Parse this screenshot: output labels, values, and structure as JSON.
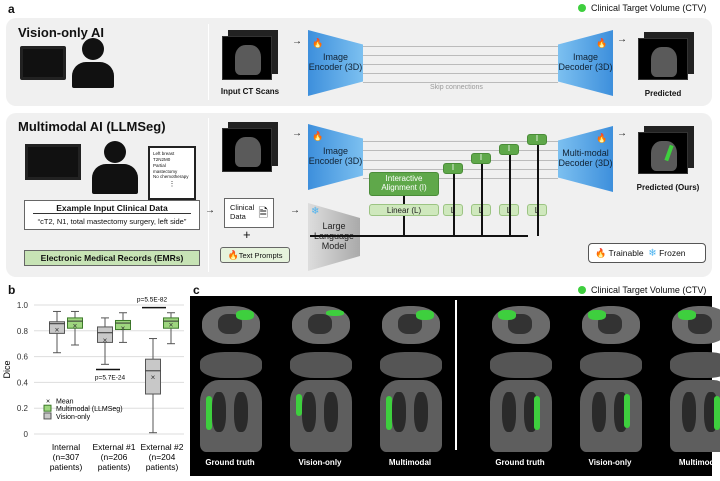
{
  "panel_labels": {
    "a": "a",
    "b": "b",
    "c": "c"
  },
  "legend": {
    "ctv": "Clinical Target Volume (CTV)",
    "ctv_color": "#3ecf3e",
    "trainable": "Trainable",
    "frozen": "Frozen"
  },
  "vision_only": {
    "title": "Vision-only AI",
    "input": "Input CT Scans",
    "encoder": "Image Encoder (3D)",
    "decoder": "Image Decoder (3D)",
    "skip": "Skip connections",
    "output": "Predicted"
  },
  "multimodal": {
    "title": "Multimodal AI (LLMSeg)",
    "doc_lines": [
      "Left breast",
      "T2N2M0",
      "Partial mastectomy",
      "No chemotherapy",
      "⋮"
    ],
    "example_title": "Example Input Clinical Data",
    "example_text": "“cT2, N1, total mastectomy surgery, left side”",
    "emr": "Electronic Medical Records (EMRs)",
    "clinical_data": "Clinical Data",
    "plus": "+",
    "text_prompts": "Text Prompts",
    "llm": "Large Language Model",
    "encoder": "Image Encoder (3D)",
    "alignment": "Interactive Alignment (I)",
    "linear": "Linear (L)",
    "i": "I",
    "l": "L",
    "decoder": "Multi-modal Decoder (3D)",
    "output": "Predicted (Ours)"
  },
  "chart_data": {
    "type": "box",
    "ylabel": "Dice",
    "ylim": [
      0,
      1.0
    ],
    "yticks": [
      "0",
      "0.2",
      "0.4",
      "0.6",
      "0.8",
      "1.0"
    ],
    "grid": true,
    "categories": [
      "Internal\n(n=307\npatients)",
      "External #1\n(n=206\npatients)",
      "External #2\n(n=204\npatients)"
    ],
    "category_lines": [
      [
        "Internal",
        "(n=307",
        "patients)"
      ],
      [
        "External #1",
        "(n=206",
        "patients)"
      ],
      [
        "External #2",
        "(n=204",
        "patients)"
      ]
    ],
    "series": [
      {
        "name": "Vision-only",
        "color": "#c8c8c8",
        "boxes": [
          {
            "min": 0.63,
            "q1": 0.78,
            "median": 0.855,
            "q3": 0.87,
            "max": 0.95,
            "mean": 0.81
          },
          {
            "min": 0.54,
            "q1": 0.71,
            "median": 0.785,
            "q3": 0.83,
            "max": 0.9,
            "mean": 0.73
          },
          {
            "min": 0.01,
            "q1": 0.31,
            "median": 0.49,
            "q3": 0.58,
            "max": 0.74,
            "mean": 0.44
          }
        ]
      },
      {
        "name": "Multimodal (LLMSeg)",
        "color": "#9ed67f",
        "boxes": [
          {
            "min": 0.69,
            "q1": 0.82,
            "median": 0.875,
            "q3": 0.9,
            "max": 0.95,
            "mean": 0.84
          },
          {
            "min": 0.71,
            "q1": 0.81,
            "median": 0.86,
            "q3": 0.88,
            "max": 0.94,
            "mean": 0.82
          },
          {
            "min": 0.7,
            "q1": 0.82,
            "median": 0.875,
            "q3": 0.9,
            "max": 0.94,
            "mean": 0.85
          }
        ]
      }
    ],
    "legend": {
      "mean": "Mean",
      "items": [
        "Multimodal (LLMSeg)",
        "Vision-only"
      ],
      "placement": "bottom-left"
    },
    "annotations": [
      {
        "text": "p=5.7E-24",
        "category": 1
      },
      {
        "text": "p=5.5E-82",
        "category": 2
      }
    ]
  },
  "panel_c": {
    "columns": [
      "Ground truth",
      "Vision-only",
      "Multimodal",
      "Ground truth",
      "Vision-only",
      "Multimodal"
    ]
  }
}
